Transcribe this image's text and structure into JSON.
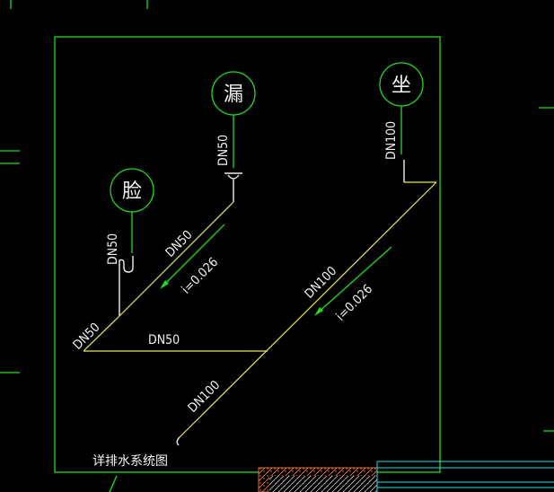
{
  "fixtures": {
    "toilet": "坐",
    "floor_drain": "漏",
    "washbasin": "脸"
  },
  "labels": {
    "dn50_floor_drain": "DN50",
    "dn100_toilet": "DN100",
    "dn50_washbasin": "DN50",
    "dn50_branch_diag": "DN50",
    "slope_branch": "i=0.026",
    "dn100_main_diag": "DN100",
    "slope_main": "i=0.026",
    "dn50_left_end": "DN50",
    "dn50_horizontal": "DN50",
    "dn100_outlet": "DN100"
  },
  "title": "详排水系统图",
  "colors": {
    "frame": "#1fdc1f",
    "pipe": "#e8e85a",
    "riser": "#f0f0f0",
    "text": "#f2f2f2",
    "accent": "#27e0e0",
    "brick": "#e0703a"
  }
}
